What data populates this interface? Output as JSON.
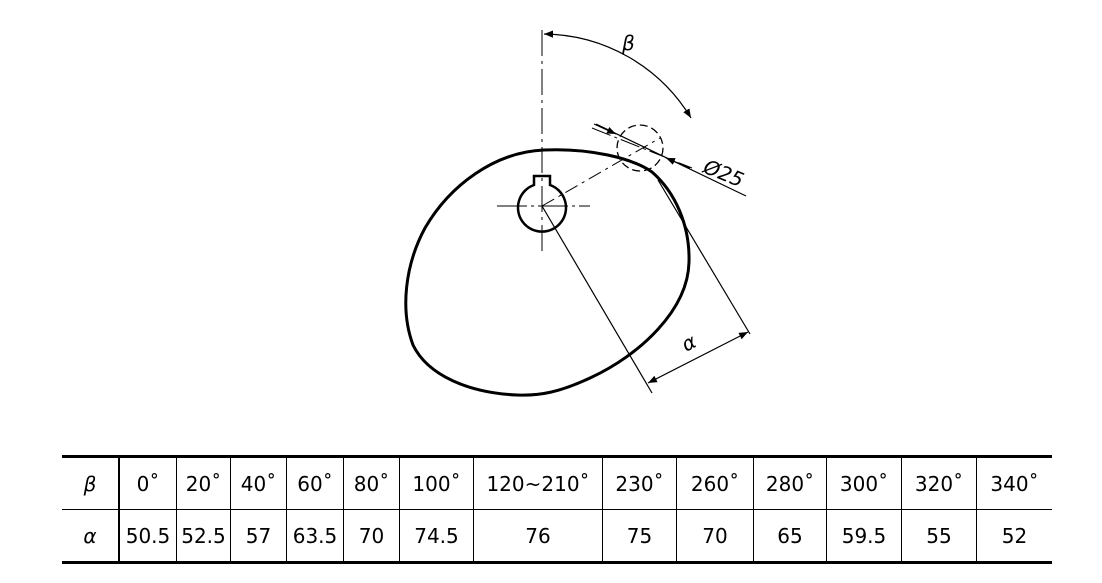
{
  "diagram": {
    "labels": {
      "beta": "β",
      "alpha": "α",
      "diameter": "Ø25"
    }
  },
  "table": {
    "row_headers": [
      "β",
      "α"
    ],
    "beta": [
      "0˚",
      "20˚",
      "40˚",
      "60˚",
      "80˚",
      "100˚",
      "120~210˚",
      "230˚",
      "260˚",
      "280˚",
      "300˚",
      "320˚",
      "340˚"
    ],
    "alpha": [
      "50.5",
      "52.5",
      "57",
      "63.5",
      "70",
      "74.5",
      "76",
      "75",
      "70",
      "65",
      "59.5",
      "55",
      "52"
    ]
  }
}
